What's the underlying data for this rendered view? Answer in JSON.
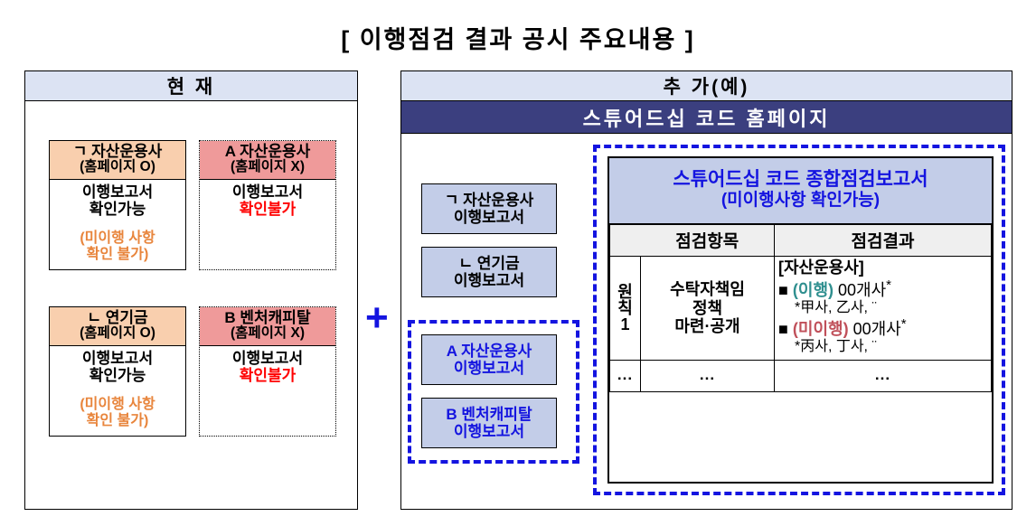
{
  "title": "[ 이행점검 결과 공시 주요내용 ]",
  "plus_symbol": "+",
  "left_panel": {
    "header": "현 재",
    "cards": [
      {
        "name": "card-g-asset-manager",
        "head_main": "ㄱ 자산운용사",
        "head_sub": "(홈페이지 O)",
        "body_main": "이행보고서",
        "body_second": "확인가능",
        "note": "(미이행 사항",
        "note2": "확인 불가)"
      },
      {
        "name": "card-a-asset-manager",
        "head_main": "A 자산운용사",
        "head_sub": "(홈페이지 X)",
        "body_main": "이행보고서",
        "body_second": "확인불가",
        "note": "",
        "note2": ""
      },
      {
        "name": "card-n-pension",
        "head_main": "ㄴ 연기금",
        "head_sub": "(홈페이지 O)",
        "body_main": "이행보고서",
        "body_second": "확인가능",
        "note": "(미이행 사항",
        "note2": "확인 불가)"
      },
      {
        "name": "card-b-venture-capital",
        "head_main": "B 벤처캐피탈",
        "head_sub": "(홈페이지 X)",
        "body_main": "이행보고서",
        "body_second": "확인불가",
        "note": "",
        "note2": ""
      }
    ]
  },
  "right_panel": {
    "header": "추 가(예)",
    "site_bar": "스튜어드십 코드 홈페이지",
    "report_boxes": [
      {
        "line1": "ㄱ 자산운용사",
        "line2": "이행보고서"
      },
      {
        "line1": "ㄴ 연기금",
        "line2": "이행보고서"
      },
      {
        "line1": "A 자산운용사",
        "line2": "이행보고서"
      },
      {
        "line1": "B 벤처캐피탈",
        "line2": "이행보고서"
      }
    ],
    "report_card": {
      "title_main": "스튜어드십 코드 종합점검보고서",
      "title_sub": "(미이행사항 확인가능)",
      "table": {
        "headers": [
          "점검항목",
          "점검결과"
        ],
        "rows": [
          {
            "principle": [
              "원",
              "칙",
              "1"
            ],
            "item_lines": [
              "수탁자책임",
              "정책",
              "마련·공개"
            ],
            "result_header": "[자산운용사]",
            "result_lines": [
              {
                "bullet": "■",
                "label": "(이행)",
                "label_color": "ok",
                "text": " 00개사",
                "star": "*"
              },
              {
                "footnote": "*甲사, 乙사, ¨"
              },
              {
                "bullet": "■",
                "label": "(미이행)",
                "label_color": "nok",
                "text": " 00개사",
                "star": "*"
              },
              {
                "footnote": "*丙사, 丁사, ¨"
              }
            ]
          },
          {
            "principle_dots": "...",
            "item_dots": "...",
            "result_dots": "..."
          }
        ]
      }
    }
  },
  "colors": {
    "header_blue": "#dce3f3",
    "navy": "#3b3f7f",
    "orange_head": "#f9cfae",
    "pink_head": "#ef9a9a",
    "box_blue": "#c3cde8",
    "accent_blue": "#1414e0",
    "red": "#ff0000",
    "orange_text": "#e8853c",
    "ok_teal": "#2f8f8f",
    "nok_rose": "#c0505a"
  }
}
